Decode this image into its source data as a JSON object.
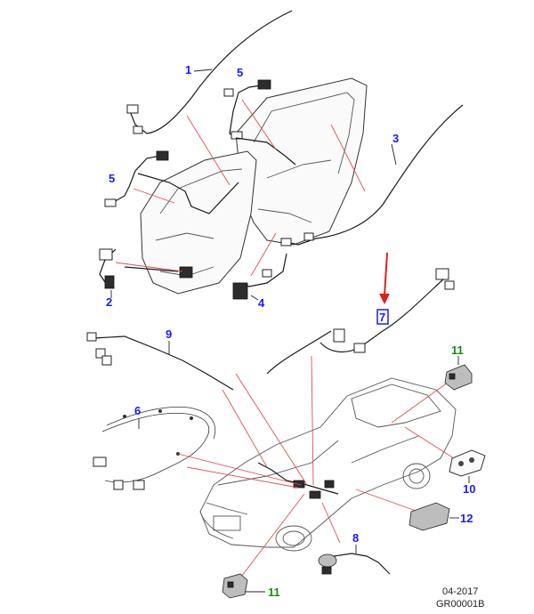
{
  "callouts": [
    {
      "id": "c1",
      "label": "1",
      "color": "#1a1aff"
    },
    {
      "id": "c2",
      "label": "2",
      "color": "#1a1aff"
    },
    {
      "id": "c3",
      "label": "3",
      "color": "#1a1aff"
    },
    {
      "id": "c4",
      "label": "4",
      "color": "#1a1aff"
    },
    {
      "id": "c5a",
      "label": "5",
      "color": "#1a1aff"
    },
    {
      "id": "c5b",
      "label": "5",
      "color": "#1a1aff"
    },
    {
      "id": "c6",
      "label": "6",
      "color": "#1a1aff"
    },
    {
      "id": "c7",
      "label": "7",
      "color": "#1a1aff"
    },
    {
      "id": "c8",
      "label": "8",
      "color": "#1a1aff"
    },
    {
      "id": "c9",
      "label": "9",
      "color": "#1a1aff"
    },
    {
      "id": "c10",
      "label": "10",
      "color": "#1a1aff"
    },
    {
      "id": "c11a",
      "label": "11",
      "color": "#1a8a1a"
    },
    {
      "id": "c11b",
      "label": "11",
      "color": "#1a8a1a"
    },
    {
      "id": "c12",
      "label": "12",
      "color": "#1a1aff"
    }
  ],
  "highlight": {
    "color": "#1a1aff",
    "arrow_color": "#e02020"
  },
  "footer": {
    "date": "04-2017",
    "ref": "GR00001B"
  }
}
